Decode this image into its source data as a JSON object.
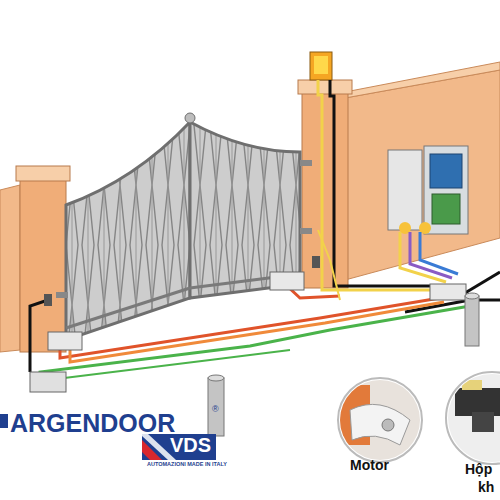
{
  "diagram": {
    "labels": [
      "ARGENDOOR",
      "®",
      "VDS",
      "AUTOMAZIONI MADE IN ITALY",
      "Motor",
      "Hộp",
      "kh"
    ]
  }
}
